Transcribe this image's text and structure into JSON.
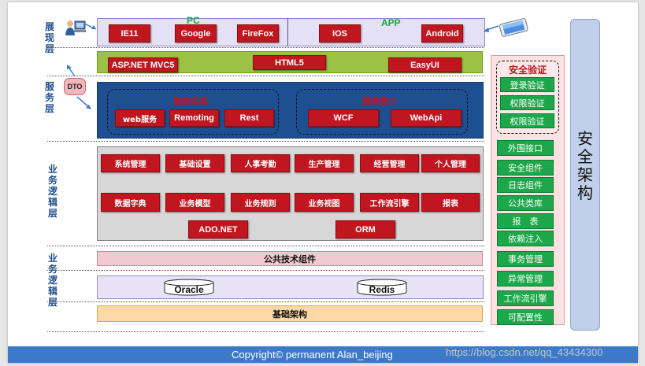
{
  "layers": {
    "presentation": "展现层",
    "service": "服务层",
    "business_logic": "业务逻辑层",
    "data_access": "业务逻辑层"
  },
  "presentation": {
    "pc_title": "PC",
    "app_title": "APP",
    "pc_items": [
      "IE11",
      "Google",
      "FireFox"
    ],
    "app_items": [
      "IOS",
      "Android"
    ]
  },
  "mvc": [
    "ASP.NET MVC5",
    "HTML5",
    "EasyUI"
  ],
  "dto": "DTO",
  "service": {
    "impl_title": "服务实现",
    "impl_items": [
      "web服务",
      "Remoting",
      "Rest"
    ],
    "iface_title": "服务接口",
    "iface_items": [
      "WCF",
      "WebApi"
    ]
  },
  "logic": {
    "row1": [
      "系统管理",
      "基础设置",
      "人事考勤",
      "生产管理",
      "经营管理",
      "个人管理"
    ],
    "row2": [
      "数据字典",
      "业务模型",
      "业务规则",
      "业务视图",
      "工作流引擎",
      "报表"
    ],
    "row3": [
      "ADO.NET",
      "ORM"
    ]
  },
  "common_components": "公共技术组件",
  "databases": [
    "Oracle",
    "Redis"
  ],
  "infrastructure": "基础架构",
  "security": {
    "verify_title": "安全验证",
    "verify_items": [
      "登录验证",
      "权限验证",
      "权限验证"
    ],
    "items": [
      "外围接口",
      "安全组件",
      "日志组件",
      "公共类库",
      "报　表",
      "依赖注入",
      "事务管理",
      "异常管理",
      "工作流引擎",
      "可配置性"
    ],
    "architecture": "安全架构"
  },
  "footer": {
    "copyright": "Copyright© permanent  Alan_beijing",
    "watermark": "https://blog.csdn.net/qq_43434300"
  },
  "colors": {
    "red_button": "#c0161f",
    "green_button": "#1ca84a",
    "service_band": "#1e4f91",
    "footer": "#3c7ac8"
  }
}
